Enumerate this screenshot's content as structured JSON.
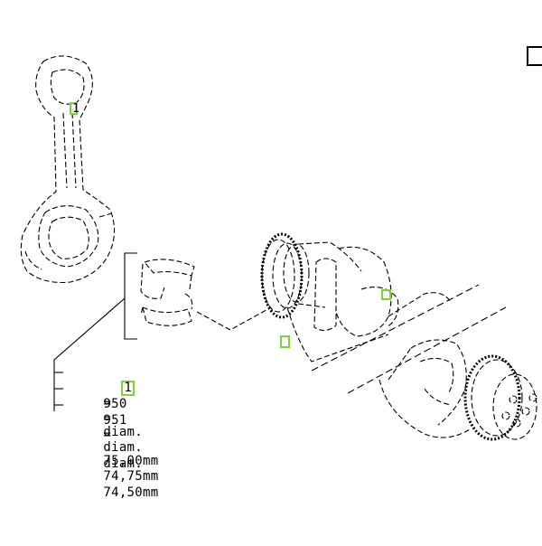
{
  "callouts": {
    "rod_ref": "1",
    "crank_ref_a": "",
    "crank_ref_b": ""
  },
  "legend": [
    {
      "code": "1",
      "eq": "=",
      "word": "diam.",
      "value": "75,00mm"
    },
    {
      "code": "950",
      "eq": "=",
      "word": "diam.",
      "value": "74,75mm"
    },
    {
      "code": "951",
      "eq": "=",
      "word": "diam.",
      "value": "74,50mm"
    }
  ],
  "colors": {
    "line": "#000000",
    "highlight": "#7dd33a"
  }
}
